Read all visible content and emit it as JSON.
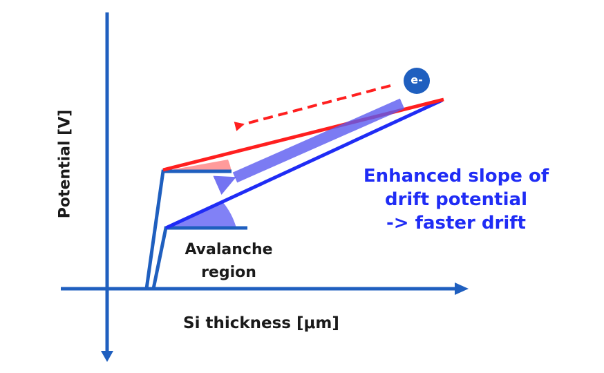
{
  "axes": {
    "y_label": "Potential [V]",
    "x_label": "Si thickness [μm]"
  },
  "annotations": {
    "avalanche_region": "Avalanche\nregion",
    "enhanced_slope": "Enhanced slope of\ndrift potential\n->  faster drift",
    "electron": "e-"
  },
  "colors": {
    "axis": "#1f5fbf",
    "baseline_curve": "#1f2cf5",
    "enhanced_curve": "#ff1f1f",
    "drift_arrow": "#5a5af0",
    "text_highlight": "#1f2cf5"
  }
}
